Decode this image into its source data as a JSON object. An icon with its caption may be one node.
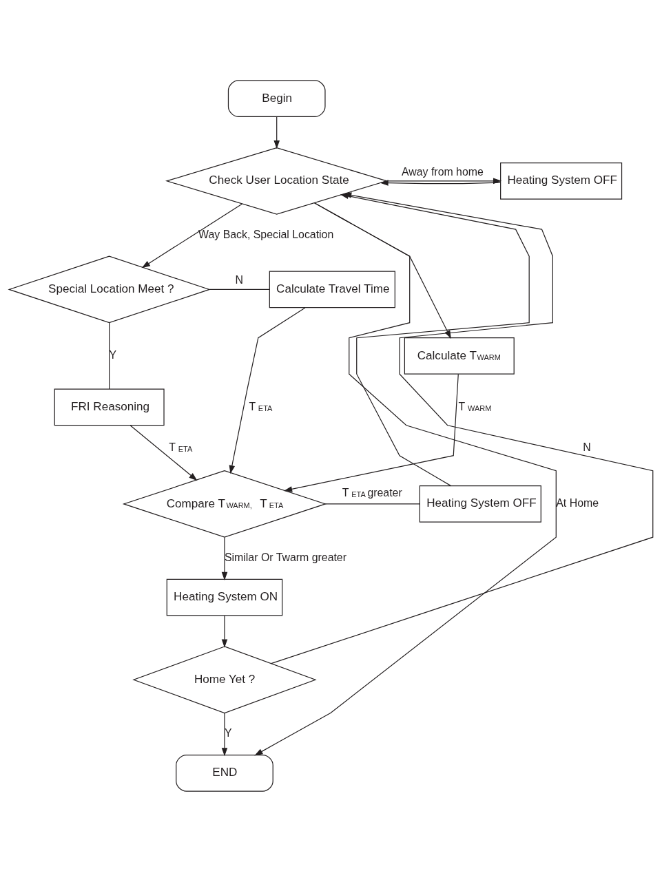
{
  "diagram": {
    "nodes": [
      {
        "text": [
          "Begin"
        ]
      },
      {
        "text": [
          "Check User Location State"
        ]
      },
      {
        "text": [
          "Heating System OFF"
        ]
      },
      {
        "text": [
          "Special Location Meet ?"
        ]
      },
      {
        "text": [
          "Calculate Travel Time"
        ]
      },
      {
        "text": [
          "Calculate T$_{WARM}$"
        ]
      },
      {
        "text": [
          "FRI Reasoning"
        ]
      },
      {
        "text": [
          "Compare T$_{WARM,}$ T$_{ETA}$"
        ]
      },
      {
        "text": [
          "Heating System OFF"
        ]
      },
      {
        "text": [
          "Heating System ON"
        ]
      },
      {
        "text": [
          "Home Yet ?"
        ]
      },
      {
        "text": [
          "END"
        ]
      }
    ],
    "edges": [
      {
        "from": 0,
        "to": 1,
        "arrow": "to"
      },
      {
        "from": 1,
        "to": 2,
        "arrow": "to",
        "label": "Away from home"
      },
      {
        "from": 2,
        "to": 1,
        "arrow": "to"
      },
      {
        "from": 1,
        "to": 11,
        "arrow": "to",
        "label": "At Home"
      },
      {
        "from": 1,
        "to": 3,
        "arrow": "to",
        "label": "Way Back, Special Location"
      },
      {
        "from": 1,
        "to": 5,
        "arrow": "to"
      },
      {
        "from": 3,
        "to": 4,
        "arrow": "none",
        "label": "N"
      },
      {
        "from": 3,
        "to": 6,
        "arrow": "none",
        "label": "Y"
      },
      {
        "from": 4,
        "to": 7,
        "arrow": "to",
        "label": "T$_{ETA}$"
      },
      {
        "from": 6,
        "to": 7,
        "arrow": "to",
        "label": "T$_{ETA}$"
      },
      {
        "from": 5,
        "to": 7,
        "arrow": "to",
        "label": "T$_{WARM}$"
      },
      {
        "from": 7,
        "to": 8,
        "arrow": "none",
        "label": "T$_{ETA}$greater"
      },
      {
        "from": 8,
        "to": 1,
        "arrow": "to"
      },
      {
        "from": 7,
        "to": 9,
        "arrow": "to",
        "label": "Similar Or Twarm greater"
      },
      {
        "from": 9,
        "to": 10,
        "arrow": "to"
      },
      {
        "from": 10,
        "to": 1,
        "arrow": "to",
        "label": "N"
      },
      {
        "from": 10,
        "to": 11,
        "arrow": "to",
        "label": "Y"
      }
    ]
  }
}
